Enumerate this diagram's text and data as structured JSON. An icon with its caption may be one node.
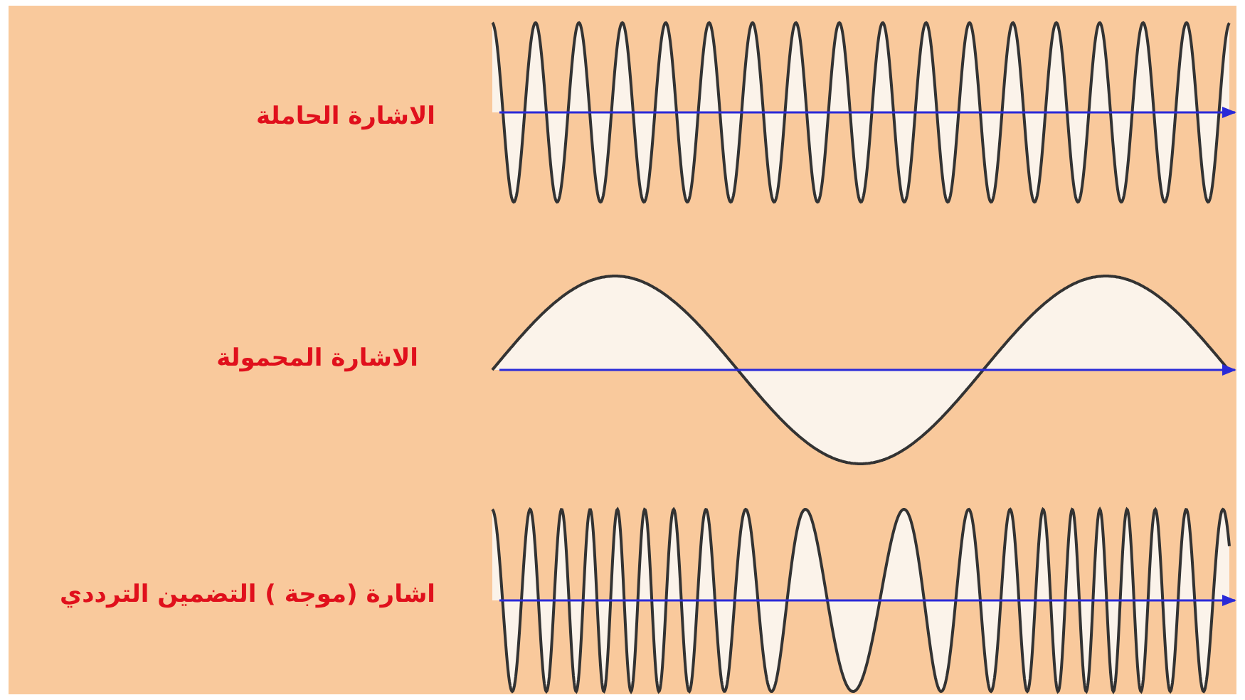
{
  "diagram": {
    "labels": [
      "الاشارة الحاملة",
      "الاشارة المحمولة",
      "اشارة (موجة ) التضمين الترددي"
    ]
  }
}
